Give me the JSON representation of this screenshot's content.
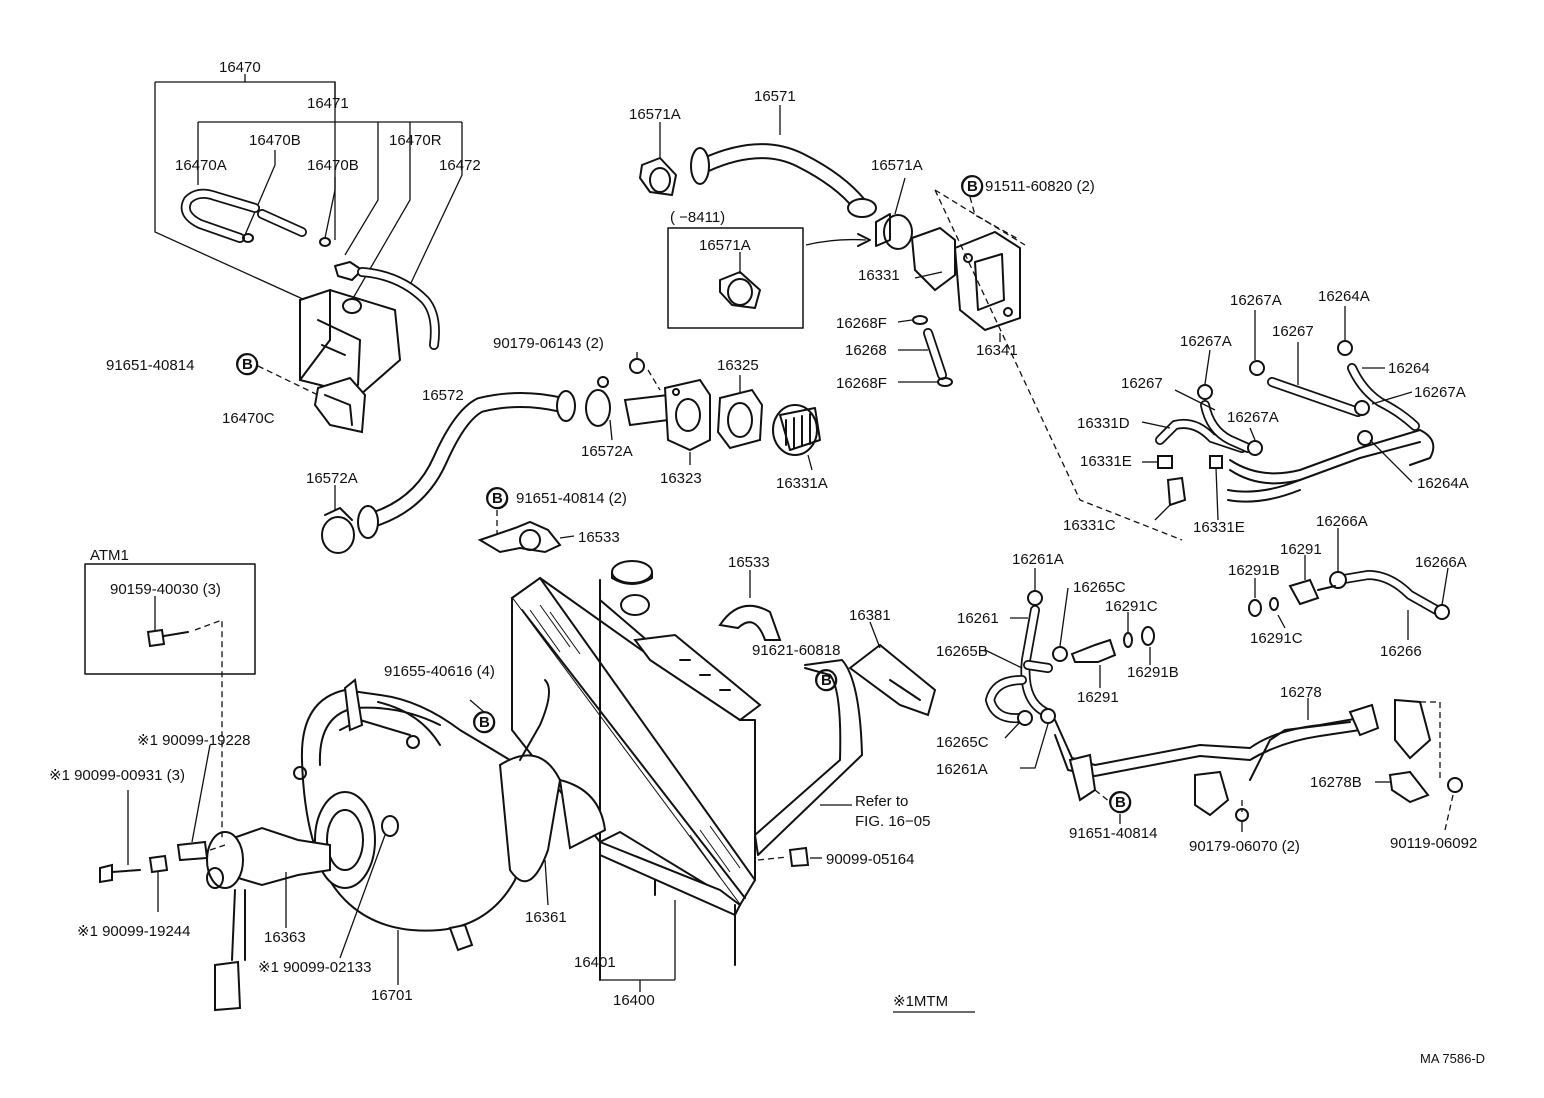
{
  "diagram_id": "MA 7586-D",
  "note_mtm": "※1MTM",
  "inset_atm": {
    "title": "ATM1",
    "bolt_label": "90159-40030 (3)"
  },
  "inset_range": {
    "range": "( −8411)",
    "part_label": "16571A"
  },
  "refer_to": {
    "line1": "Refer to",
    "line2": "FIG. 16−05"
  },
  "labels": [
    "16470",
    "16471",
    "16470B",
    "16470R",
    "16470A",
    "16470B",
    "16472",
    "91651-40814",
    "16470C",
    "16571A",
    "16571",
    "16571A",
    "91511-60820 (2)",
    "16331",
    "16268F",
    "16268",
    "16268F",
    "16341",
    "90179-06143 (2)",
    "16325",
    "16572",
    "16572A",
    "16323",
    "16331A",
    "16572A",
    "91651-40814 (2)",
    "16533",
    "16267A",
    "16264A",
    "16267A",
    "16267",
    "16264",
    "16267",
    "16267A",
    "16331D",
    "16267A",
    "16331E",
    "16264A",
    "16331C",
    "16331E",
    "16266A",
    "16291",
    "16291B",
    "16266A",
    "16291C",
    "16266",
    "16261A",
    "16265C",
    "16291C",
    "16261",
    "16265B",
    "16291B",
    "16291",
    "16533",
    "16381",
    "91621-60818",
    "91655-40616 (4)",
    "※1 90099-19228",
    "※1 90099-00931 (3)",
    "16278",
    "16278B",
    "16265C",
    "16261A",
    "91651-40814",
    "90179-06070 (2)",
    "90119-06092",
    "90099-05164",
    "16361",
    "16363",
    "※1 90099-19244",
    "※1 90099-02133",
    "16701",
    "16401",
    "16400"
  ]
}
